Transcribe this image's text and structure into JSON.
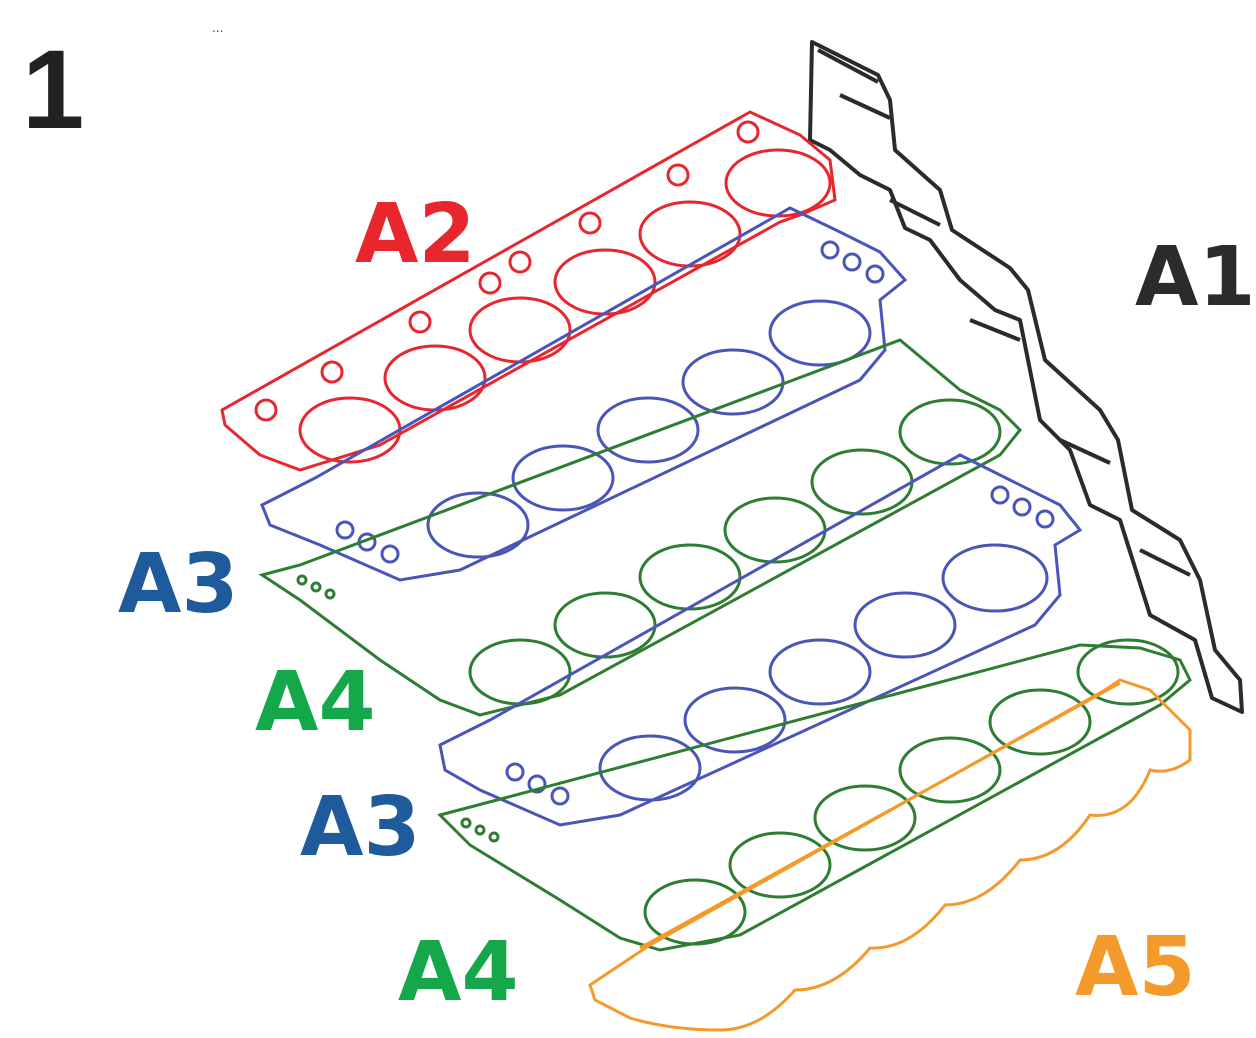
{
  "step": {
    "number": "1",
    "mark": "..."
  },
  "parts": [
    {
      "id": "a1",
      "label": "A1",
      "color": "#2b2b2b"
    },
    {
      "id": "a2",
      "label": "A2",
      "color": "#e8262d"
    },
    {
      "id": "a3_top",
      "label": "A3",
      "color": "#1f5a9c"
    },
    {
      "id": "a4_top",
      "label": "A4",
      "color": "#14a84a"
    },
    {
      "id": "a3_bottom",
      "label": "A3",
      "color": "#1f5a9c"
    },
    {
      "id": "a4_bottom",
      "label": "A4",
      "color": "#14a84a"
    },
    {
      "id": "a5",
      "label": "A5",
      "color": "#f39a2b"
    }
  ],
  "colors": {
    "a1": "#2b2b2b",
    "a2": "#e8262d",
    "a3": "#4a55b8",
    "a4": "#2e7d32",
    "a5": "#f39a2b"
  }
}
